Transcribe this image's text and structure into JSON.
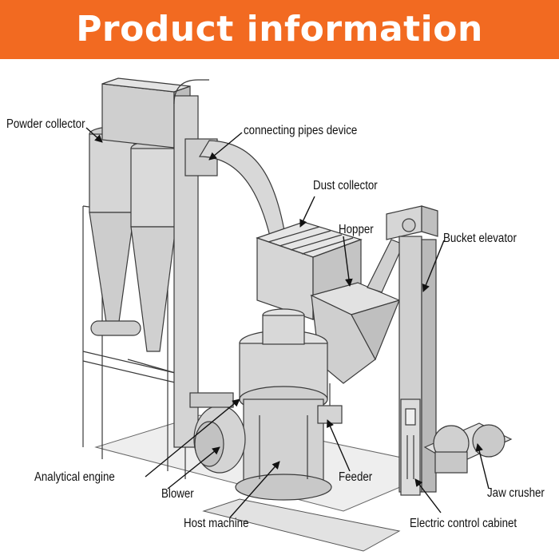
{
  "title": "Product information",
  "labels": {
    "powder_collector": "Powder collector",
    "connecting_pipes": "connecting pipes device",
    "dust_collector": "Dust collector",
    "hopper": "Hopper",
    "bucket_elevator": "Bucket elevator",
    "analytical_engine": "Analytical engine",
    "blower": "Blower",
    "host_machine": "Host machine",
    "feeder": "Feeder",
    "jaw_crusher": "Jaw crusher",
    "electric_cabinet": "Electric control cabinet"
  },
  "colors": {
    "banner": "#f26a21",
    "banner_text": "#ffffff",
    "machine_fill": "#d9d9d9",
    "machine_stroke": "#3a3a3a"
  }
}
